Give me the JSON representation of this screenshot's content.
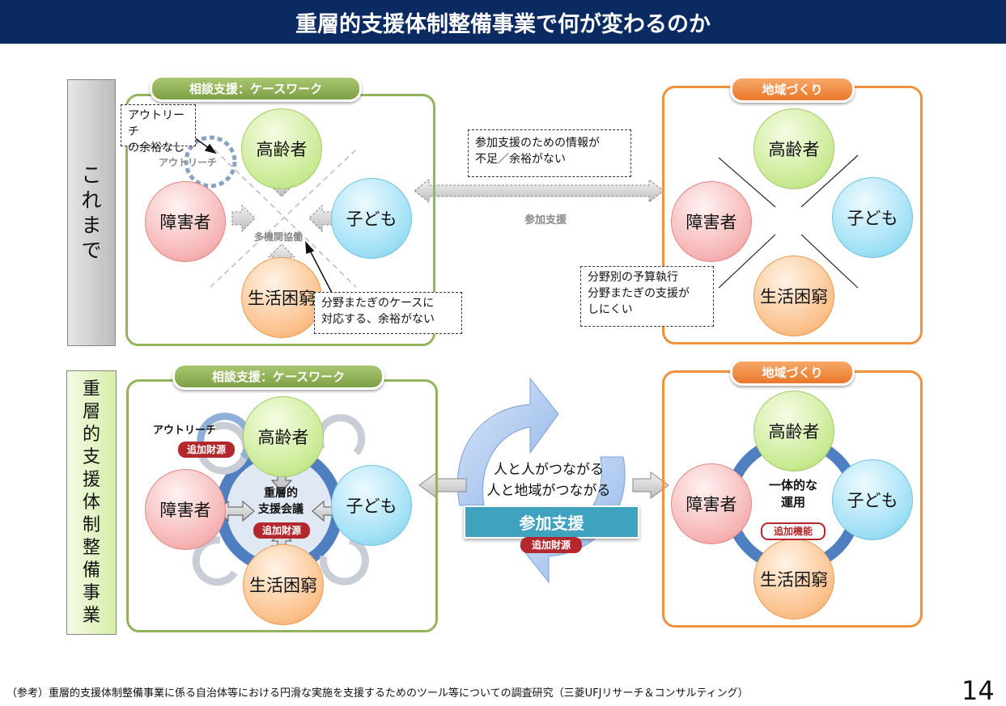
{
  "title": "重層的支援体制整備事業で何が変わるのか",
  "before": {
    "side_label": [
      "こ",
      "れ",
      "ま",
      "で"
    ],
    "casework": {
      "tab": "相談支援：ケースワーク",
      "elderly": "高齢者",
      "disability": "障害者",
      "children": "子ども",
      "poverty": "生活困窮",
      "multi_agency": "多機関協働",
      "outreach": "アウトリーチ",
      "note_outreach": [
        "アウトリーチ",
        "の余裕なし"
      ],
      "note_cross": [
        "分野またぎのケースに",
        "対応する、余裕がない"
      ]
    },
    "middle": {
      "note_info": [
        "参加支援のための情報が",
        "不足／余裕がない"
      ],
      "label": "参加支援"
    },
    "community": {
      "tab": "地域づくり",
      "elderly": "高齢者",
      "disability": "障害者",
      "children": "子ども",
      "poverty": "生活困窮",
      "note_budget": [
        "分野別の予算執行",
        "分野またぎの支援が",
        "しにくい"
      ]
    }
  },
  "after": {
    "side_label": [
      "重",
      "層",
      "的",
      "支",
      "援",
      "体",
      "制",
      "整",
      "備",
      "事",
      "業"
    ],
    "casework": {
      "tab": "相談支援：ケースワーク",
      "elderly": "高齢者",
      "disability": "障害者",
      "children": "子ども",
      "poverty": "生活困窮",
      "meeting": [
        "重層的",
        "支援会議"
      ],
      "outreach": "アウトリーチ",
      "extra_fund_outreach": "追加財源",
      "extra_fund_meeting": "追加財源"
    },
    "middle": {
      "text": [
        "人と人がつながる",
        "人と地域がつながる"
      ],
      "banner": "参加支援",
      "extra_fund": "追加財源"
    },
    "community": {
      "tab": "地域づくり",
      "elderly": "高齢者",
      "disability": "障害者",
      "children": "子ども",
      "poverty": "生活困窮",
      "integrated": [
        "一体的な",
        "運用"
      ],
      "extra_function": "追加機能"
    }
  },
  "footer": "（参考）重層的支援体制整備事業に係る自治体等における円滑な実施を支援するためのツール等についての調査研究（三菱UFJリサーチ＆コンサルティング）",
  "page_number": "14",
  "colors": {
    "title_bg": "#0c2a62",
    "green": "#93b45c",
    "orange": "#f0913d",
    "badge_red": "#b3282d",
    "banner_teal": "#3fa3c0"
  }
}
